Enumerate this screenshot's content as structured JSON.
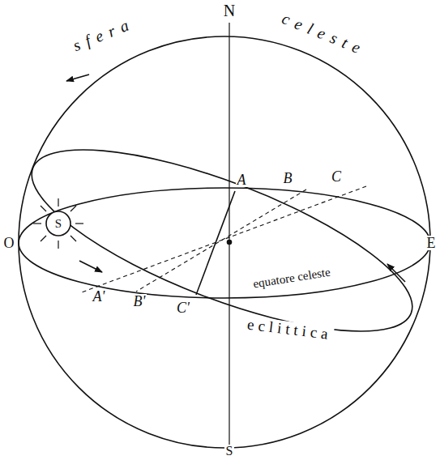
{
  "diagram": {
    "labels": [
      "sfera",
      "N",
      "celeste",
      "A",
      "B",
      "C",
      "O",
      "E",
      "S",
      "equatore celeste",
      "A'",
      "B'",
      "C'",
      "eclittica",
      "S"
    ]
  }
}
